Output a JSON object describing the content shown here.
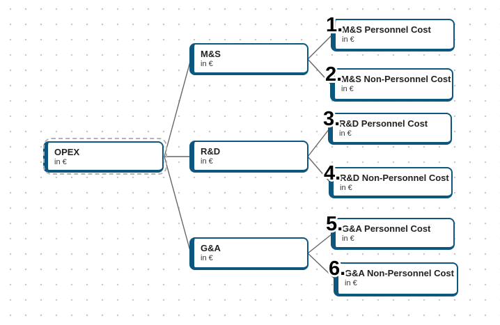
{
  "colors": {
    "node_border": "#0d567e",
    "node_bg": "#ffffff",
    "connector": "#666666",
    "title_text": "#222222",
    "subtitle_text": "#333333",
    "badge_text": "#000000",
    "selection_dash": "#b3b3b3",
    "dot": "#c8c8c8"
  },
  "diagram": {
    "type": "driver-tree",
    "nodes": [
      {
        "id": "opex",
        "title": "OPEX",
        "subtitle": "in €",
        "selected": true
      },
      {
        "id": "ms",
        "title": "M&S",
        "subtitle": "in €"
      },
      {
        "id": "rd",
        "title": "R&D",
        "subtitle": "in €"
      },
      {
        "id": "ga",
        "title": "G&A",
        "subtitle": "in €"
      },
      {
        "id": "ms-personnel",
        "badge": "1.",
        "title": "M&S Personnel Cost",
        "subtitle": "in €"
      },
      {
        "id": "ms-non-personnel",
        "badge": "2.",
        "title": "M&S Non-Personnel Cost",
        "subtitle": "in €"
      },
      {
        "id": "rd-personnel",
        "badge": "3.",
        "title": "R&D Personnel Cost",
        "subtitle": "in €"
      },
      {
        "id": "rd-non-personnel",
        "badge": "4.",
        "title": "R&D Non-Personnel Cost",
        "subtitle": "in €"
      },
      {
        "id": "ga-personnel",
        "badge": "5.",
        "title": "G&A Personnel Cost",
        "subtitle": "in €"
      },
      {
        "id": "ga-non-personnel",
        "badge": "6.",
        "title": "G&A Non-Personnel Cost",
        "subtitle": "in €"
      }
    ],
    "edges": [
      {
        "from": "OPEX",
        "to": "M&S"
      },
      {
        "from": "OPEX",
        "to": "R&D"
      },
      {
        "from": "OPEX",
        "to": "G&A"
      },
      {
        "from": "M&S",
        "to": "M&S Personnel Cost"
      },
      {
        "from": "M&S",
        "to": "M&S Non-Personnel Cost"
      },
      {
        "from": "R&D",
        "to": "R&D Personnel Cost"
      },
      {
        "from": "R&D",
        "to": "R&D Non-Personnel Cost"
      },
      {
        "from": "G&A",
        "to": "G&A Personnel Cost"
      },
      {
        "from": "G&A",
        "to": "G&A Non-Personnel Cost"
      }
    ]
  }
}
